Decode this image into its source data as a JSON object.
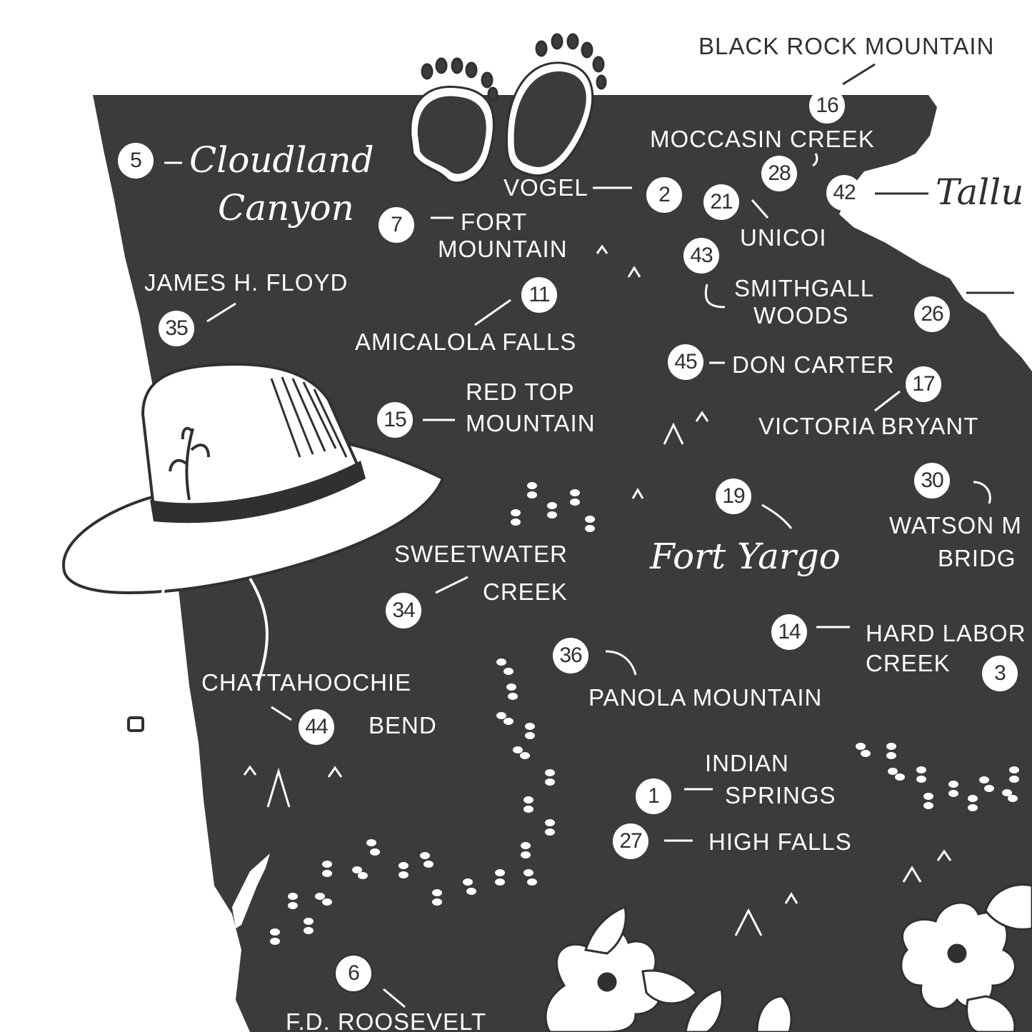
{
  "colors": {
    "map_fill": "#3a3b3a",
    "ink": "#2f3030",
    "paper": "#ffffff"
  },
  "badges": {
    "b1": "1",
    "b2": "2",
    "b3": "3",
    "b5": "5",
    "b6": "6",
    "b7": "7",
    "b11": "11",
    "b14": "14",
    "b15": "15",
    "b16": "16",
    "b17": "17",
    "b19": "19",
    "b21": "21",
    "b26": "26",
    "b27": "27",
    "b28": "28",
    "b30": "30",
    "b34": "34",
    "b35": "35",
    "b36": "36",
    "b42": "42",
    "b43": "43",
    "b44": "44",
    "b45": "45"
  },
  "labels": {
    "black_rock": "BLACK ROCK MOUNTAIN",
    "moccasin": "MOCCASIN CREEK",
    "vogel": "VOGEL",
    "unicoi": "UNICOI",
    "fort_mountain_1": "FORT",
    "fort_mountain_2": "MOUNTAIN",
    "smithgall_1": "SMITHGALL",
    "smithgall_2": "WOODS",
    "james_floyd": "JAMES H. FLOYD",
    "amicalola": "AMICALOLA FALLS",
    "don_carter": "DON CARTER",
    "red_top_1": "RED TOP",
    "red_top_2": "MOUNTAIN",
    "victoria": "VICTORIA BRYANT",
    "watson_1": "WATSON M",
    "watson_2": "BRIDG",
    "sweetwater_1": "SWEETWATER",
    "sweetwater_2": "CREEK",
    "hard_labor_1": "HARD LABOR",
    "hard_labor_2": "CREEK",
    "panola": "PANOLA MOUNTAIN",
    "chattahoochie_1": "CHATTAHOOCHIE",
    "chattahoochie_2": "BEND",
    "indian_1": "INDIAN",
    "indian_2": "SPRINGS",
    "high_falls": "HIGH FALLS",
    "roosevelt": "F.D. ROOSEVELT"
  },
  "script_labels": {
    "cloudland_1": "Cloudland",
    "cloudland_2": "Canyon",
    "fort_yargo": "Fort Yargo",
    "tallulah": "Tallu"
  },
  "icons": [
    "bear-paw-icon",
    "hiking-hat-icon",
    "footprints-icon",
    "dogwood-flower-icon",
    "mountain-peak-icon"
  ]
}
